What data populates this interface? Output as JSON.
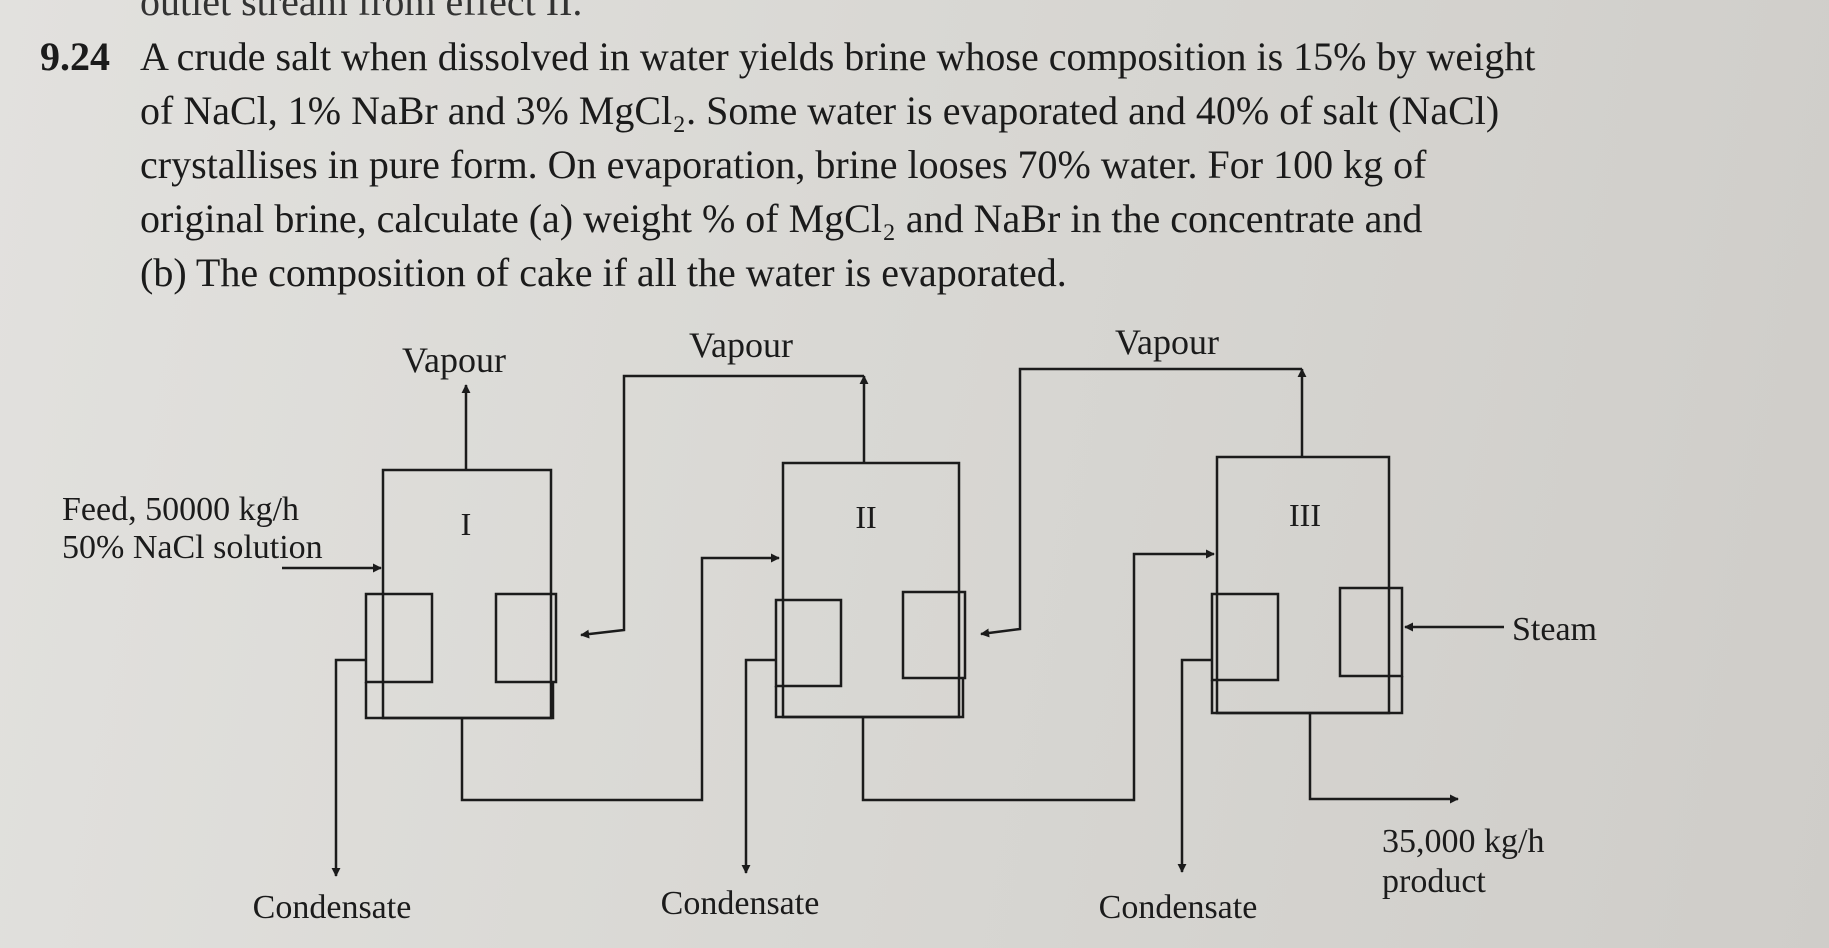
{
  "cut_line_text": "outlet stream from effect II.",
  "problem": {
    "number": "9.24",
    "lines": [
      "A crude salt when dissolved in water yields brine whose composition is 15% by weight",
      "of NaCl, 1% NaBr and 3% MgCl₂. Some water is evaporated and 40% of salt (NaCl)",
      "crystallises in pure form. On evaporation, brine looses 70% water. For 100 kg of",
      "original brine, calculate (a) weight % of MgCl₂ and NaBr in the concentrate and",
      "(b) The composition of cake if all the water is evaporated."
    ]
  },
  "diagram": {
    "vapour_labels": [
      "Vapour",
      "Vapour",
      "Vapour"
    ],
    "effect_labels": [
      "I",
      "II",
      "III"
    ],
    "feed_label_1": "Feed, 50000 kg/h",
    "feed_label_2": "50% NaCl solution",
    "steam_label": "Steam",
    "product_label_1": "35,000 kg/h",
    "product_label_2": "product",
    "condensate_labels": [
      "Condensate",
      "Condensate",
      "Condensate"
    ]
  }
}
